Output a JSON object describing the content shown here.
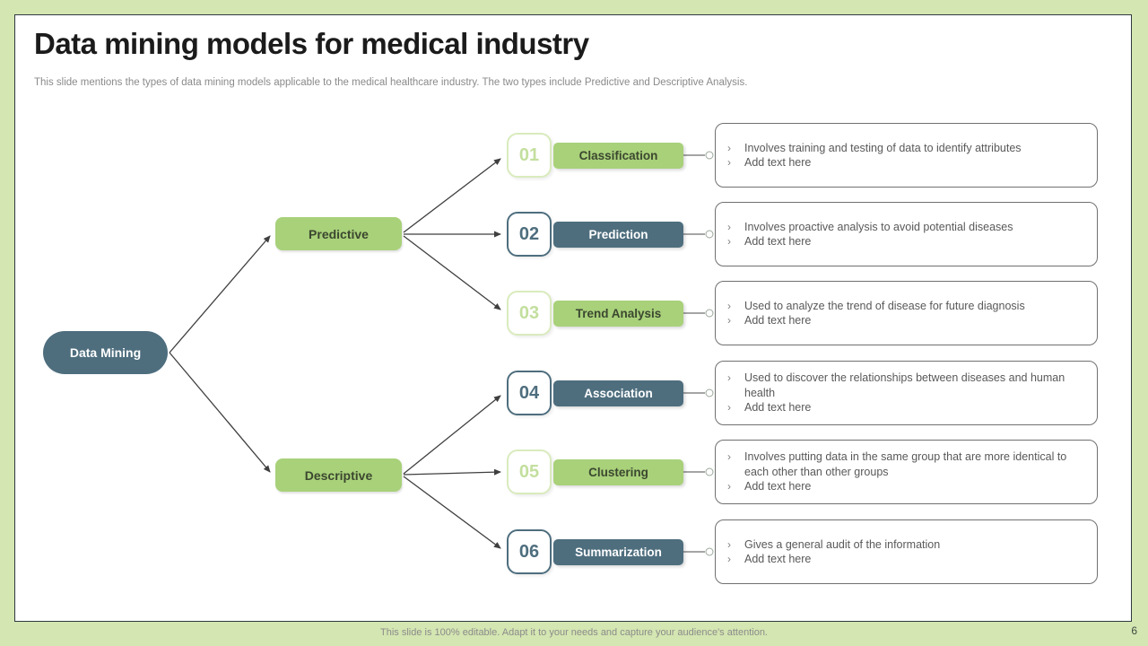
{
  "slide": {
    "title": "Data mining models for medical industry",
    "subtitle": "This slide mentions the types of data mining models applicable to the medical healthcare industry. The two types include Predictive and Descriptive Analysis.",
    "footer": "This slide is 100% editable. Adapt it to your needs and capture your audience's attention.",
    "page_number": "6"
  },
  "colors": {
    "background_green": "#d4e6b1",
    "accent_green": "#a8d17a",
    "accent_slate": "#4e6e7e"
  },
  "diagram": {
    "bullet_char": "›",
    "root": {
      "label": "Data Mining"
    },
    "branches": [
      {
        "label": "Predictive"
      },
      {
        "label": "Descriptive"
      }
    ],
    "rows": [
      {
        "number": "01",
        "label": "Classification",
        "theme": "green",
        "items": [
          "Involves training and testing of data to identify attributes",
          "Add text here"
        ]
      },
      {
        "number": "02",
        "label": "Prediction",
        "theme": "dark",
        "items": [
          "Involves proactive analysis to avoid potential diseases",
          "Add text here"
        ]
      },
      {
        "number": "03",
        "label": "Trend Analysis",
        "theme": "green",
        "items": [
          "Used to analyze the trend of disease for future diagnosis",
          "Add text here"
        ]
      },
      {
        "number": "04",
        "label": "Association",
        "theme": "dark",
        "items": [
          "Used to discover the relationships between diseases and human health",
          "Add text here"
        ]
      },
      {
        "number": "05",
        "label": "Clustering",
        "theme": "green",
        "items": [
          "Involves putting data in the same group that are more identical to each other than other groups",
          "Add text here"
        ]
      },
      {
        "number": "06",
        "label": "Summarization",
        "theme": "dark",
        "items": [
          "Gives a general audit of the information",
          "Add text here"
        ]
      }
    ]
  }
}
